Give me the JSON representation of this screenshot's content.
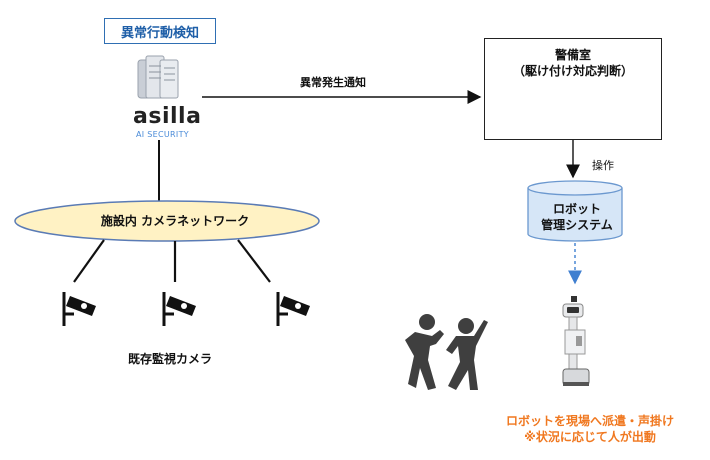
{
  "title_badge": "異常行動検知",
  "brand": {
    "name": "asilla",
    "tagline": "AI SECURITY"
  },
  "arrow_label": "異常発生通知",
  "guard_room": {
    "title": "警備室",
    "subtitle": "（駆け付け対応判断）"
  },
  "operate_label": "操作",
  "robot_system": {
    "line1": "ロボット",
    "line2": "管理システム"
  },
  "network_label": "施設内 カメラネットワーク",
  "camera_label": "既存監視カメラ",
  "dispatch": {
    "line1": "ロボットを現場へ派遣・声掛け",
    "line2": "※状況に応じて人が出動"
  },
  "colors": {
    "badge_border": "#2f6fb3",
    "ellipse_fill": "#fff2c4",
    "ellipse_border": "#5a7bb5",
    "cylinder_fill": "#d6e6f7",
    "cylinder_border": "#6b98cf",
    "orange": "#f07820",
    "icon_dark": "#111111",
    "people": "#3f3f3f"
  },
  "icons": [
    "server-icon",
    "monitor-icon",
    "security-guard-icon",
    "security-camera-icon",
    "fighting-people-icon",
    "robot-icon"
  ]
}
